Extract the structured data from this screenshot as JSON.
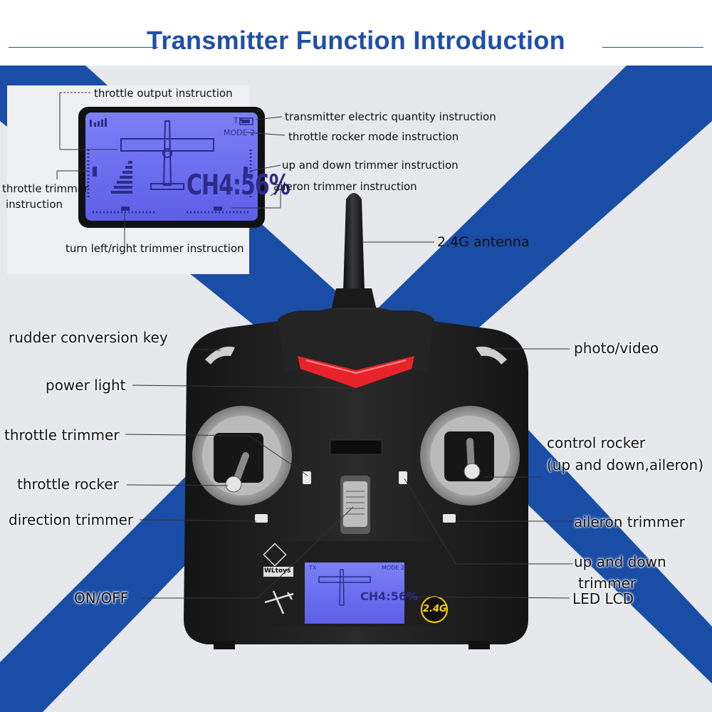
{
  "title": "Transmitter Function Introduction",
  "colors": {
    "accent_blue": "#1f4fa8",
    "band_blue": "#1a4da6",
    "lcd_blue": "#6f72ee",
    "body_black": "#1c1c1c",
    "led_red": "#e8232a"
  },
  "lcd_inset": {
    "labels": {
      "throttle_output": "throttle output instruction",
      "electric_quantity": "transmitter electric quantity instruction",
      "rocker_mode": "throttle rocker mode instruction",
      "up_down_trimmer": "up and down trimmer instruction",
      "aileron_trimmer": "aileron trimmer instruction",
      "throttle_trimmer_line1": "throttle trimmer",
      "throttle_trimmer_line2": "instruction",
      "turn_trimmer": "turn left/right trimmer instruction"
    },
    "screen_text": {
      "tx": "TX",
      "mode": "MODE 2",
      "channel": "CH4:56%"
    }
  },
  "transmitter": {
    "labels": {
      "antenna": "2.4G antenna",
      "rudder_key": "rudder conversion key",
      "photo_video": "photo/video",
      "power_light": "power light",
      "throttle_trimmer": "throttle trimmer",
      "control_rocker_line1": "control rocker",
      "control_rocker_line2": "(up and down,aileron)",
      "throttle_rocker": "throttle rocker",
      "direction_trimmer": "direction trimmer",
      "aileron_trimmer": "aileron trimmer",
      "up_down_trimmer_line1": "up and down",
      "up_down_trimmer_line2": "trimmer",
      "on_off": "ON/OFF",
      "led_lcd": "LED LCD"
    },
    "brand_text": "WLtoys",
    "band_badge": "2.4G",
    "small_lcd_text": {
      "tx": "TX",
      "mode": "MODE 2",
      "channel": "CH4:56%"
    }
  }
}
